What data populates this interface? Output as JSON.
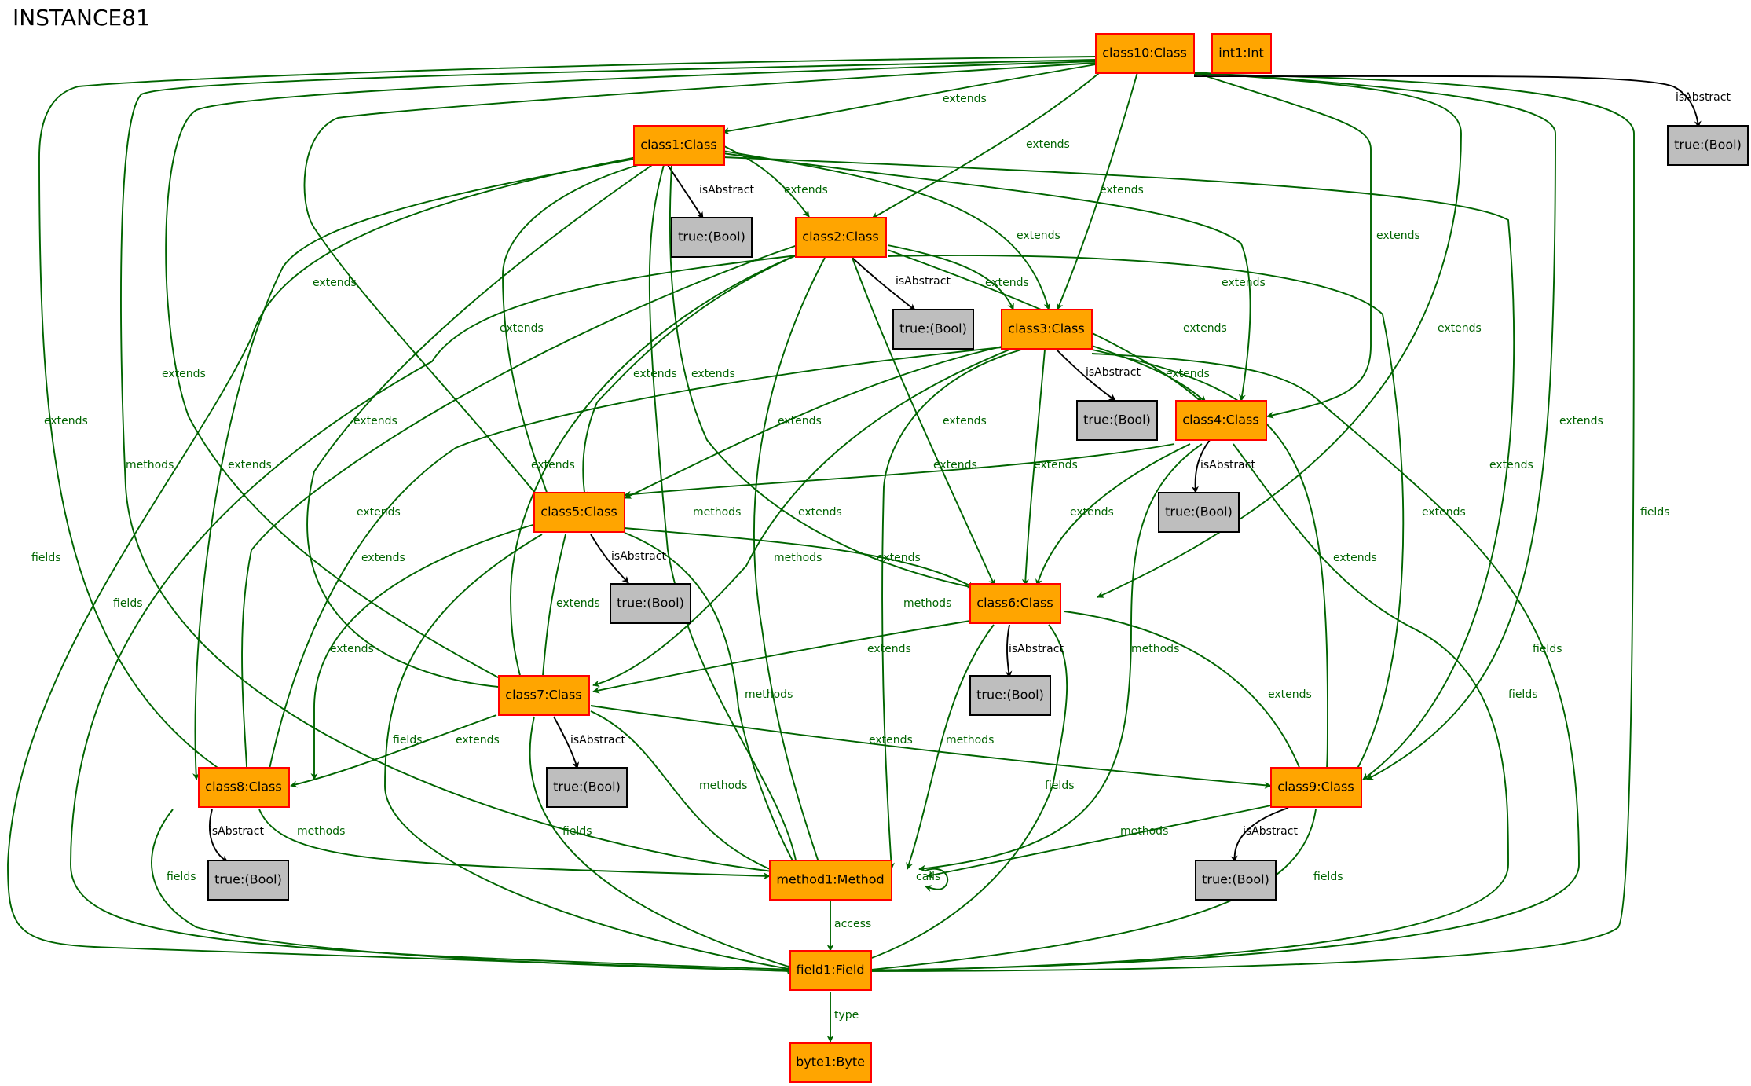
{
  "title": "INSTANCE81",
  "colors": {
    "object_fill": "#ffa500",
    "object_border": "#ff0000",
    "literal_fill": "#bebebe",
    "link": "#006400",
    "attr_link": "#000000"
  },
  "nodes": {
    "class10": "class10:Class",
    "int1": "int1:Int",
    "class1": "class1:Class",
    "class2": "class2:Class",
    "class3": "class3:Class",
    "class4": "class4:Class",
    "class5": "class5:Class",
    "class6": "class6:Class",
    "class7": "class7:Class",
    "class8": "class8:Class",
    "class9": "class9:Class",
    "method1": "method1:Method",
    "field1": "field1:Field",
    "byte1": "byte1:Byte",
    "bool10": "true:(Bool)",
    "bool1": "true:(Bool)",
    "bool2": "true:(Bool)",
    "bool3": "true:(Bool)",
    "bool4": "true:(Bool)",
    "bool5": "true:(Bool)",
    "bool6": "true:(Bool)",
    "bool7": "true:(Bool)",
    "bool8": "true:(Bool)",
    "bool9": "true:(Bool)"
  },
  "edge_labels": {
    "extends": "extends",
    "methods": "methods",
    "fields": "fields",
    "isAbstract": "isAbstract",
    "calls": "calls",
    "access": "access",
    "type": "type"
  }
}
